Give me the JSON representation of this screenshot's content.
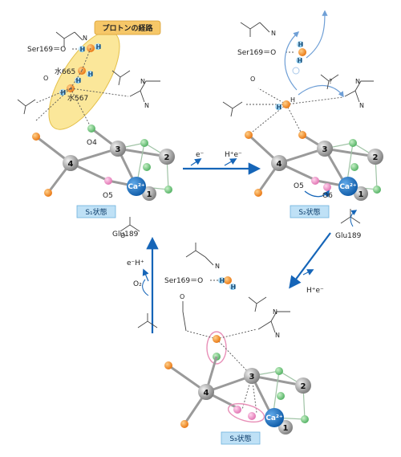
{
  "atoms": {
    "H": "H",
    "O": "O",
    "N": "N",
    "Ca": "Ca²⁺"
  },
  "mn": {
    "n1": "1",
    "n2": "2",
    "n3": "3",
    "n4": "4"
  },
  "panels": {
    "s1": {
      "proton_path": "プロトンの経路",
      "ser169": "Ser169＝O",
      "water665": "水665",
      "water567": "水567",
      "o4": "O4",
      "o5": "O5",
      "state": "S₁状態",
      "glu189": "Glu189"
    },
    "s2": {
      "ser169": "Ser169＝O",
      "question": "?",
      "o5": "O5",
      "o6": "O6",
      "state": "S₂状態",
      "glu189": "Glu189"
    },
    "s3": {
      "ser169": "Ser169＝O",
      "state": "S₃状態"
    }
  },
  "transitions": {
    "s1_s2": {
      "label1": "e⁻",
      "label2": "H⁺e⁻"
    },
    "s2_s3": {
      "label": "H⁺e⁻"
    },
    "s3_s1": {
      "label1": "e⁻H⁺",
      "label2": "O₂"
    }
  }
}
